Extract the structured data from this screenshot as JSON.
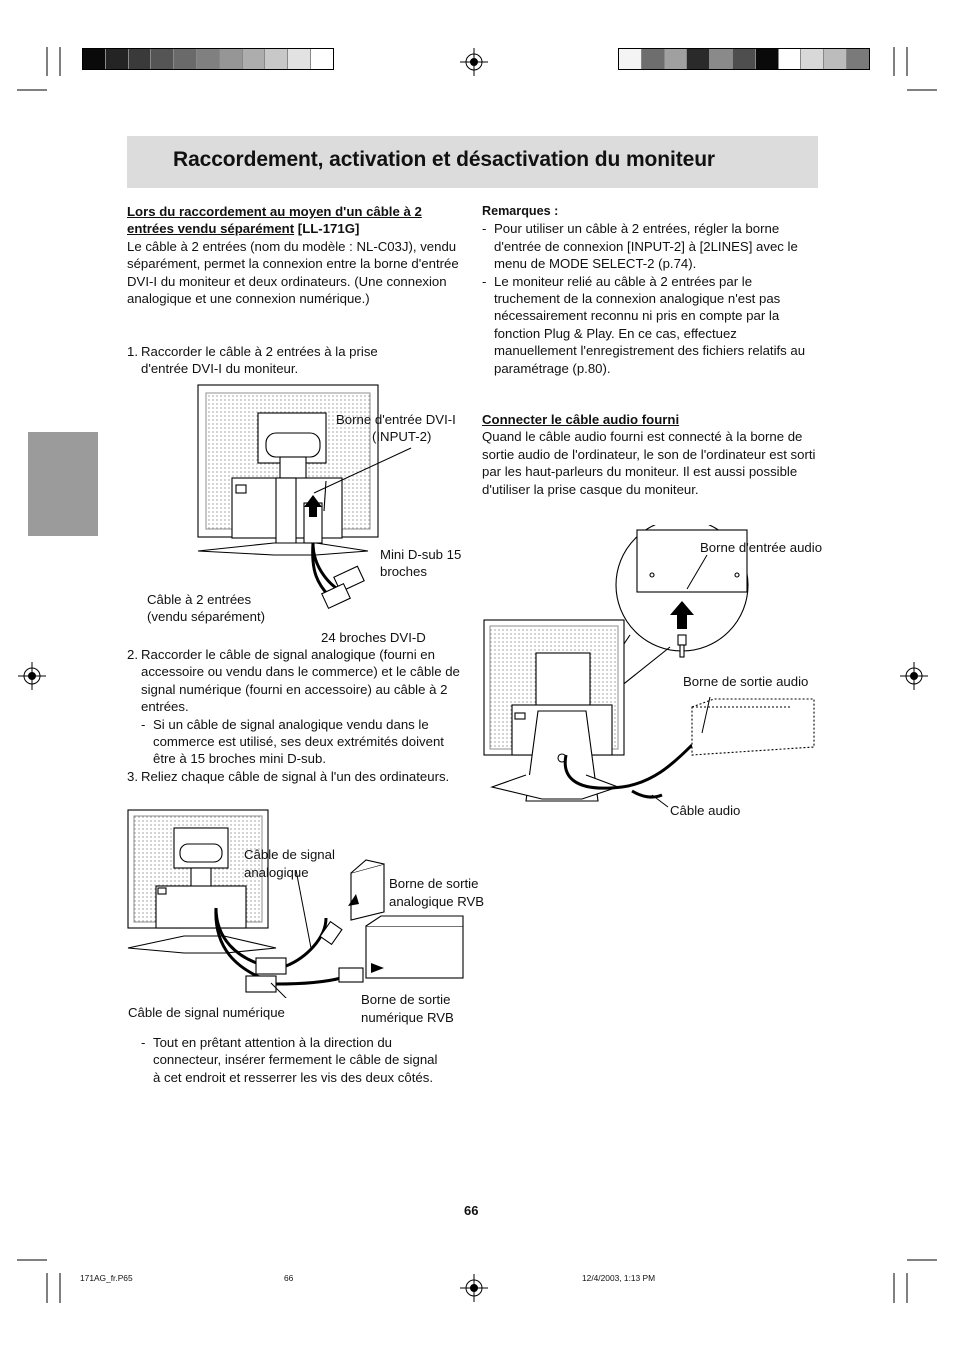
{
  "page": {
    "title": "Raccordement, activation et désactivation du moniteur",
    "page_number": "66"
  },
  "color_bars": {
    "left": [
      "#0a0a0a",
      "#242424",
      "#3a3a3a",
      "#555555",
      "#6a6a6a",
      "#808080",
      "#969696",
      "#adadad",
      "#c8c8c8",
      "#e2e2e2",
      "#ffffff"
    ],
    "right": [
      "#f4f4f4",
      "#6e6e6e",
      "#a0a0a0",
      "#2a2a2a",
      "#8a8a8a",
      "#4e4e4e",
      "#0a0a0a",
      "#ffffff",
      "#d8d8d8",
      "#bcbcbc",
      "#7a7a7a"
    ]
  },
  "left_col": {
    "heading_underlined": "Lors du raccordement au moyen d'un câble à 2 entrées vendu séparément",
    "heading_suffix": "[LL-171G]",
    "intro": "Le câble à 2 entrées (nom du modèle : NL-C03J), vendu séparément, permet la connexion entre la borne d'entrée DVI-I du moniteur et deux ordinateurs. (Une connexion analogique et une connexion numérique.)",
    "step1_num": "1.",
    "step1": "Raccorder le câble à 2 entrées à la prise d'entrée DVI-I du moniteur.",
    "step2_num": "2.",
    "step2": "Raccorder le câble de signal analogique (fourni en accessoire ou vendu dans le commerce) et le câble de signal numérique (fourni en accessoire) au câble à 2 entrées.",
    "step2_sub": "Si un câble de signal analogique vendu dans le commerce est utilisé, ses deux extrémités doivent être à 15 broches mini D-sub.",
    "step3_num": "3.",
    "step3": "Reliez chaque câble de signal à l'un des ordinateurs.",
    "final_note": "Tout en prêtant attention à la direction du connecteur, insérer fermement le câble de signal à cet endroit et resserrer les vis des deux côtés."
  },
  "fig1": {
    "label_dvi_line1": "Borne d'entrée DVI-I",
    "label_dvi_line2": "(INPUT-2)",
    "label_minidsub_line1": "Mini D-sub 15",
    "label_minidsub_line2": "broches",
    "label_cable_line1": "Câble à 2 entrées",
    "label_cable_line2": "(vendu séparément)",
    "label_dvid": "24 broches DVI-D"
  },
  "fig2": {
    "label_analog_line1": "Câble de signal",
    "label_analog_line2": "analogique",
    "label_rgb_analog_line1": "Borne de sortie",
    "label_rgb_analog_line2": "analogique RVB",
    "label_digital": "Câble de signal numérique",
    "label_rgb_digital_line1": "Borne de sortie",
    "label_rgb_digital_line2": "numérique RVB"
  },
  "right_col": {
    "remarks_title": "Remarques :",
    "remark1": "Pour utiliser un câble à 2 entrées, régler la borne d'entrée de connexion [INPUT-2] à [2LINES] avec le menu de MODE SELECT-2 (p.74).",
    "remark2": "Le moniteur relié au câble à 2 entrées par le truchement de la connexion analogique n'est pas nécessairement reconnu ni pris en compte par la fonction Plug & Play. En ce cas, effectuez manuellement l'enregistrement des fichiers relatifs au paramétrage (p.80).",
    "audio_heading": "Connecter le câble audio fourni",
    "audio_text": "Quand le câble audio fourni est connecté à la borne de sortie audio de l'ordinateur, le son de l'ordinateur est sorti par les haut-parleurs du moniteur. Il est aussi possible d'utiliser la prise casque du moniteur."
  },
  "fig3": {
    "label_audio_in": "Borne d'entrée audio",
    "label_audio_out": "Borne de sortie audio",
    "label_audio_cable": "Câble audio"
  },
  "footer": {
    "file": "171AG_fr.P65",
    "page": "66",
    "datetime": "12/4/2003, 1:13 PM"
  }
}
